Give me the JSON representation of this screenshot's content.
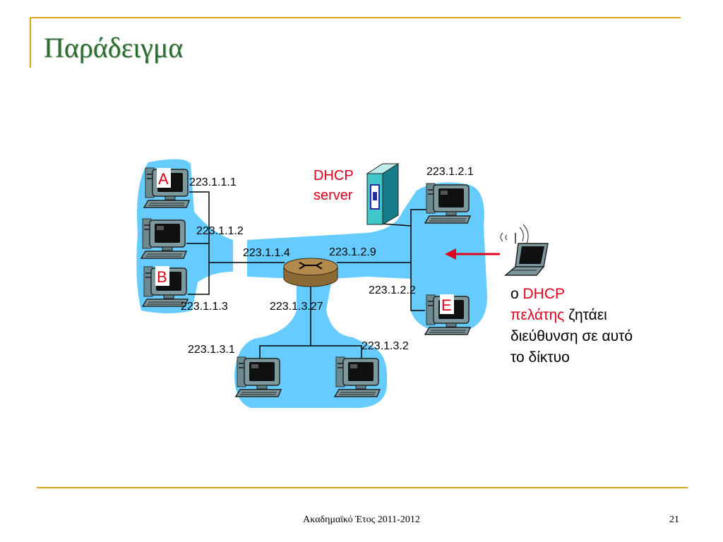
{
  "slide": {
    "title": "Παράδειγμα",
    "footer": "Ακαδημαϊκό Έτος 2011-2012",
    "page_number": "21"
  },
  "diagram": {
    "host_labels": {
      "a": "A",
      "b": "B",
      "e": "E"
    },
    "dhcp_server": {
      "line1": "DHCP",
      "line2": "server"
    },
    "addresses": {
      "host_a": "223.1.1.1",
      "host_mid_left": "223.1.1.2",
      "router_left": "223.1.1.4",
      "router_right": "223.1.2.9",
      "host_b": "223.1.1.3",
      "router_bottom": "223.1.3.27",
      "host_top_right": "223.1.2.1",
      "host_e": "223.1.2.2",
      "host_bottom_left": "223.1.3.1",
      "host_bottom_right": "223.1.3.2"
    },
    "note": {
      "prefix": "ο ",
      "dhcp": "DHCP",
      "client": "πελάτης",
      "rest1": " ζητάει",
      "line3": "διεύθυνση σε αυτό",
      "line4": "το δίκτυο"
    },
    "colors": {
      "subnet": "#66ccff",
      "accent_gold": "#d9a51d",
      "title_green": "#2d6b34",
      "label_red": "#e0001a",
      "router": "#b38a4e"
    }
  }
}
